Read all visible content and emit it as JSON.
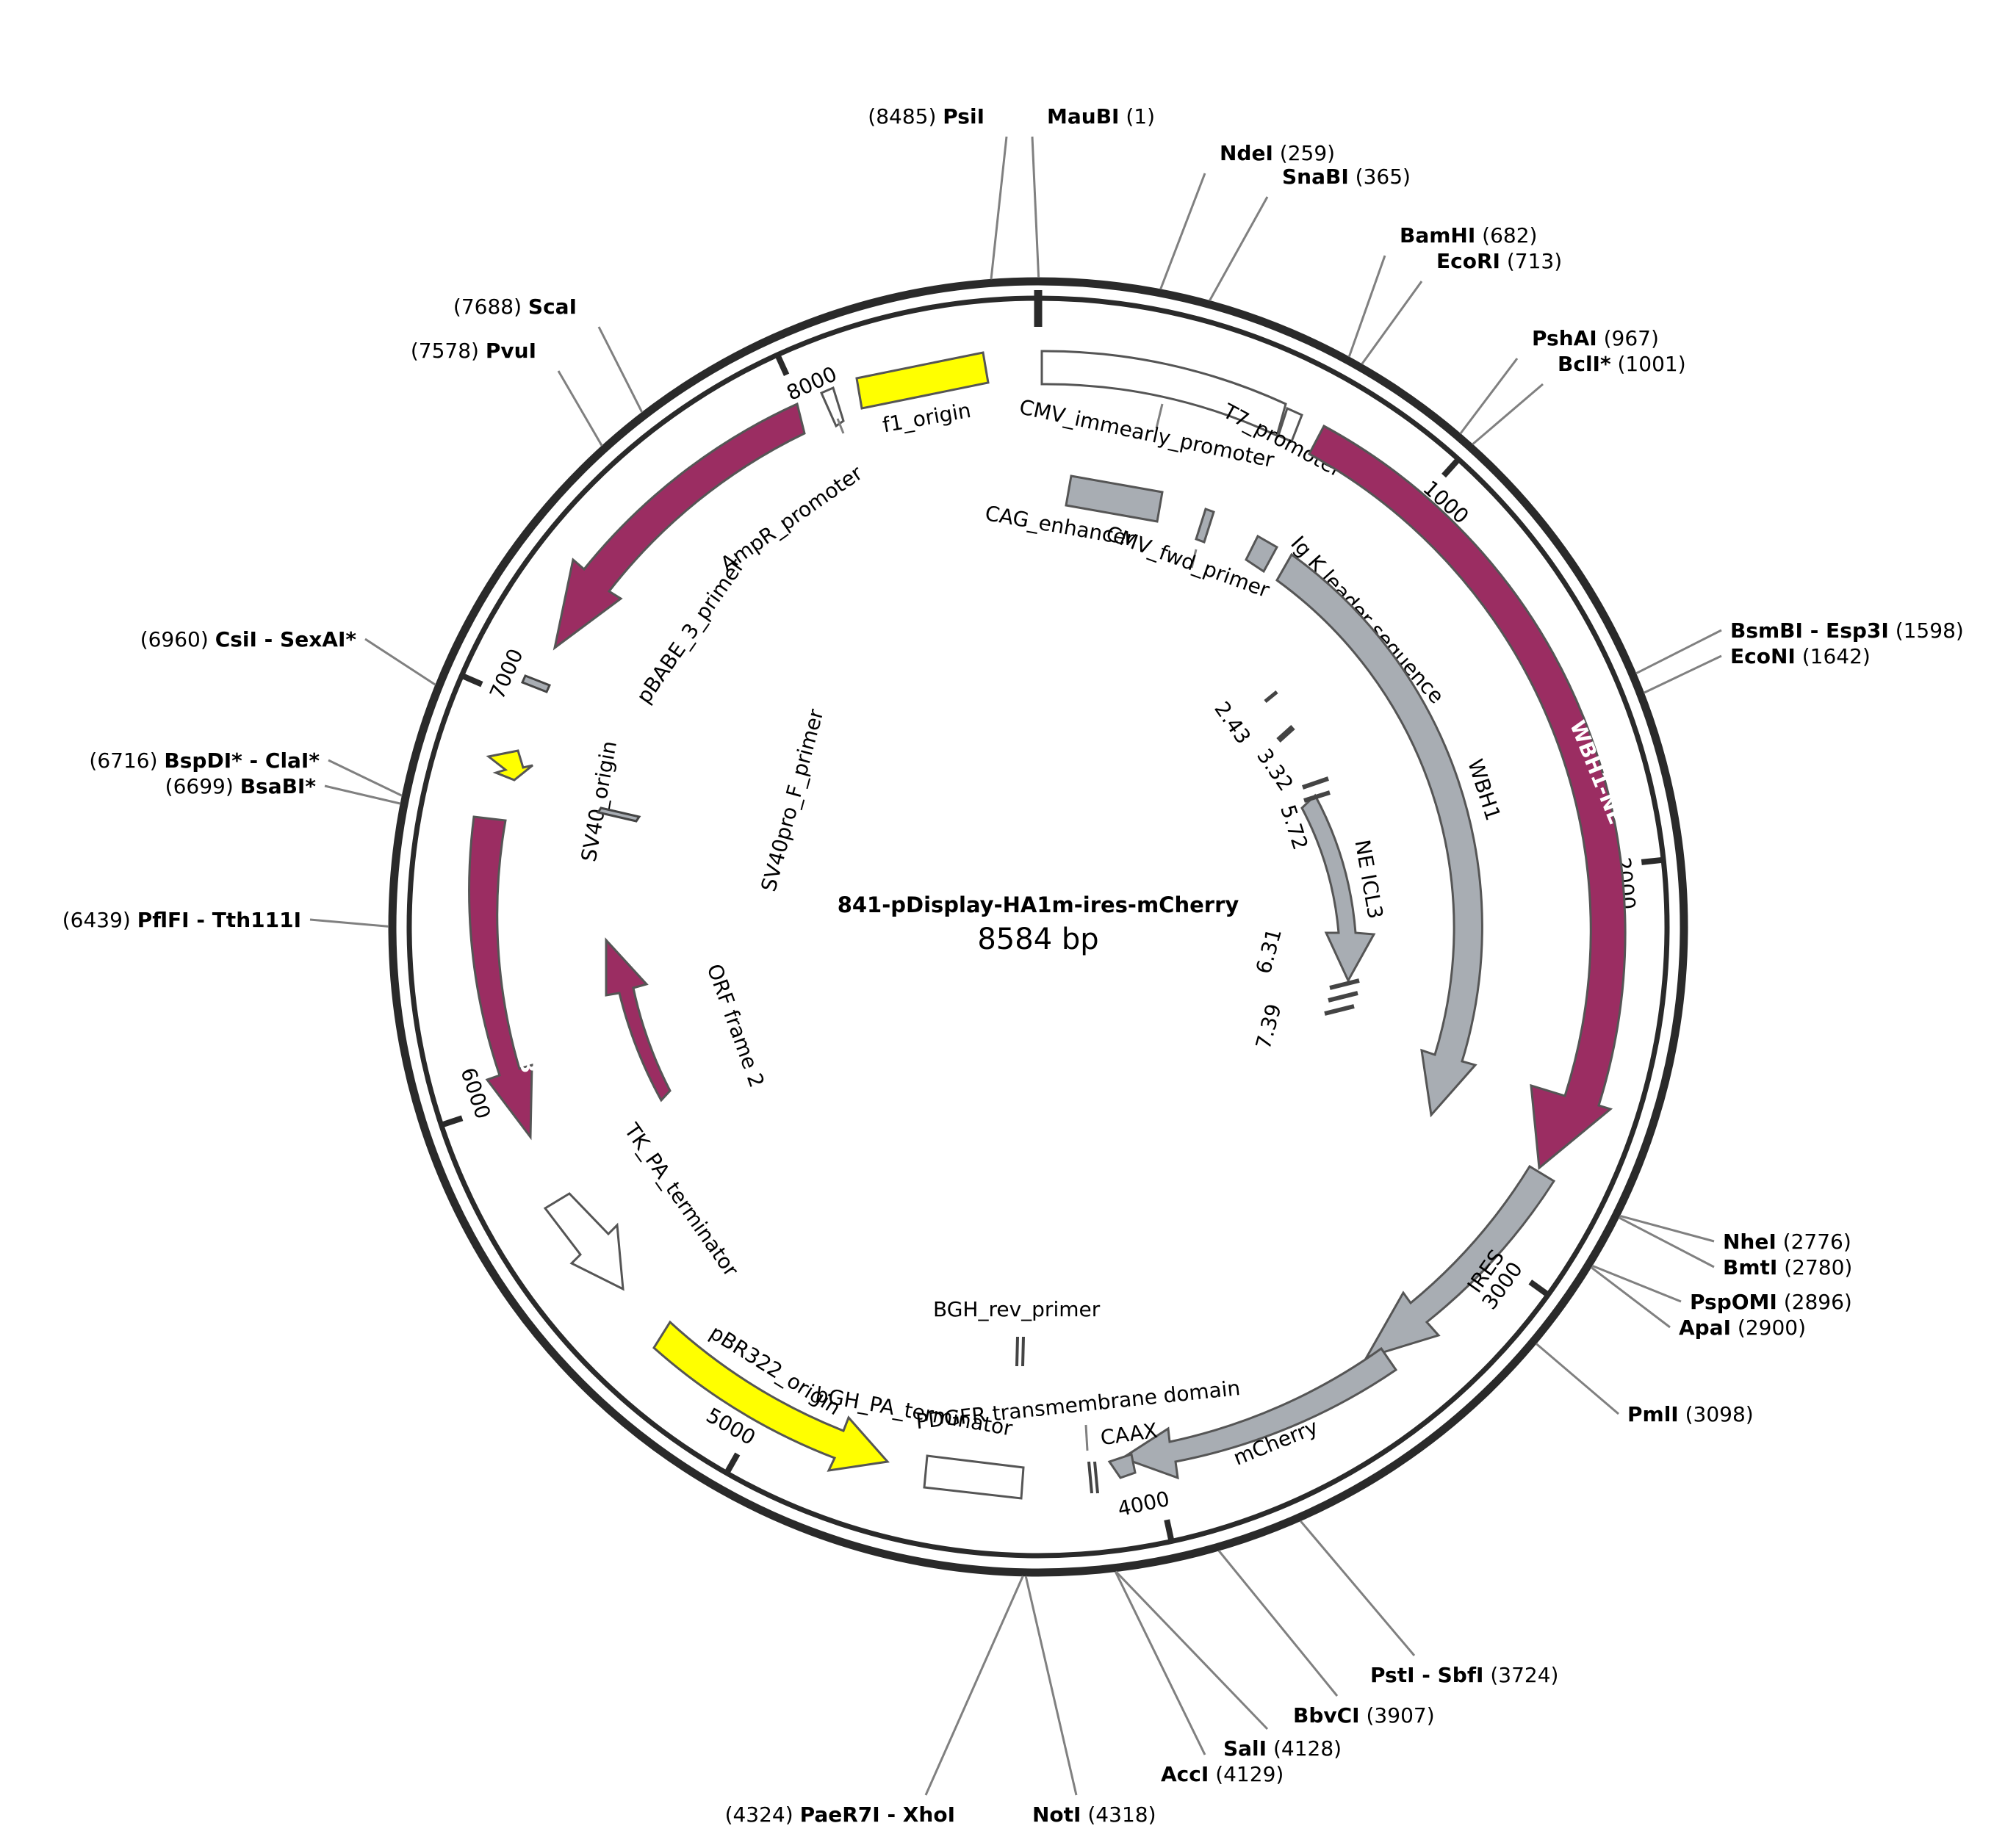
{
  "map": {
    "name": "841-pDisplay-HA1m-ires-mCherry",
    "size_label": "8584 bp",
    "length": 8584
  },
  "colors": {
    "backbone": "#2a2a2a",
    "orf": "#9b2d62",
    "grey_feature": "#a8adb3",
    "yellow_feature": "#ffff00",
    "white_feature": "#ffffff",
    "leader_line": "#808080"
  },
  "ticks": [
    {
      "pos": 1000,
      "label": "1000"
    },
    {
      "pos": 2000,
      "label": "2000"
    },
    {
      "pos": 3000,
      "label": "3000"
    },
    {
      "pos": 4000,
      "label": "4000"
    },
    {
      "pos": 5000,
      "label": "5000"
    },
    {
      "pos": 6000,
      "label": "6000"
    },
    {
      "pos": 7000,
      "label": "7000"
    },
    {
      "pos": 8000,
      "label": "8000"
    }
  ],
  "sites": [
    {
      "name": "MauBI",
      "pos": "(1)",
      "bp": 1,
      "side": "right"
    },
    {
      "name": "PsiI",
      "pos": "(8485)",
      "bp": 8485,
      "side": "left"
    },
    {
      "name": "NdeI",
      "pos": "(259)",
      "bp": 259,
      "side": "right"
    },
    {
      "name": "SnaBI",
      "pos": "(365)",
      "bp": 365,
      "side": "right"
    },
    {
      "name": "BamHI",
      "pos": "(682)",
      "bp": 682,
      "side": "right"
    },
    {
      "name": "EcoRI",
      "pos": "(713)",
      "bp": 713,
      "side": "right"
    },
    {
      "name": "PshAI",
      "pos": "(967)",
      "bp": 967,
      "side": "right"
    },
    {
      "name": "BclI*",
      "pos": "(1001)",
      "bp": 1001,
      "side": "right"
    },
    {
      "name": "BsmBI - Esp3I",
      "pos": "(1598)",
      "bp": 1598,
      "side": "right"
    },
    {
      "name": "EcoNI",
      "pos": "(1642)",
      "bp": 1642,
      "side": "right"
    },
    {
      "name": "NheI",
      "pos": "(2776)",
      "bp": 2776,
      "side": "right"
    },
    {
      "name": "BmtI",
      "pos": "(2780)",
      "bp": 2780,
      "side": "right"
    },
    {
      "name": "PspOMI",
      "pos": "(2896)",
      "bp": 2896,
      "side": "right"
    },
    {
      "name": "ApaI",
      "pos": "(2900)",
      "bp": 2900,
      "side": "right"
    },
    {
      "name": "PmlI",
      "pos": "(3098)",
      "bp": 3098,
      "side": "right"
    },
    {
      "name": "PstI - SbfI",
      "pos": "(3724)",
      "bp": 3724,
      "side": "right"
    },
    {
      "name": "BbvCI",
      "pos": "(3907)",
      "bp": 3907,
      "side": "right"
    },
    {
      "name": "SalI",
      "pos": "(4128)",
      "bp": 4128,
      "side": "right"
    },
    {
      "name": "AccI",
      "pos": "(4129)",
      "bp": 4129,
      "side": "right"
    },
    {
      "name": "NotI",
      "pos": "(4318)",
      "bp": 4318,
      "side": "right"
    },
    {
      "name": "PaeR7I - XhoI",
      "pos": "(4324)",
      "bp": 4324,
      "side": "left"
    },
    {
      "name": "PflFI - Tth111I",
      "pos": "(6439)",
      "bp": 6439,
      "side": "left"
    },
    {
      "name": "BsaBI*",
      "pos": "(6699)",
      "bp": 6699,
      "side": "left"
    },
    {
      "name": "BspDI* - ClaI*",
      "pos": "(6716)",
      "bp": 6716,
      "side": "left"
    },
    {
      "name": "CsiI - SexAI*",
      "pos": "(6960)",
      "bp": 6960,
      "side": "left"
    },
    {
      "name": "PvuI",
      "pos": "(7578)",
      "bp": 7578,
      "side": "left"
    },
    {
      "name": "ScaI",
      "pos": "(7688)",
      "bp": 7688,
      "side": "left"
    }
  ],
  "features": [
    {
      "label": "f1_origin"
    },
    {
      "label": "CMV_immearly_promoter"
    },
    {
      "label": "T7_promoter"
    },
    {
      "label": "WBH1-NE"
    },
    {
      "label": "CAG_enhancer"
    },
    {
      "label": "CMV_fwd_primer"
    },
    {
      "label": "Ig K leader sequence"
    },
    {
      "label": "WBH1"
    },
    {
      "label": "NE ICL3"
    },
    {
      "label": "IRES"
    },
    {
      "label": "mCherry"
    },
    {
      "label": "CAAX"
    },
    {
      "label": "PDGFR transmembrane domain"
    },
    {
      "label": "BGH_rev_primer"
    },
    {
      "label": "bGH_PA_terminator"
    },
    {
      "label": "pBR322_origin"
    },
    {
      "label": "TK_PA_terminator"
    },
    {
      "label": "ORF frame 3"
    },
    {
      "label": "ORF frame 2"
    },
    {
      "label": "ORF frame 2"
    },
    {
      "label": "SV40_origin"
    },
    {
      "label": "SV40pro_F_primer"
    },
    {
      "label": "pBABE_3_primer"
    },
    {
      "label": "AmpR_promoter"
    }
  ],
  "markers": [
    {
      "label": "2.43"
    },
    {
      "label": "3.32"
    },
    {
      "label": "5.72"
    },
    {
      "label": "6.31"
    },
    {
      "label": "7.39"
    }
  ]
}
